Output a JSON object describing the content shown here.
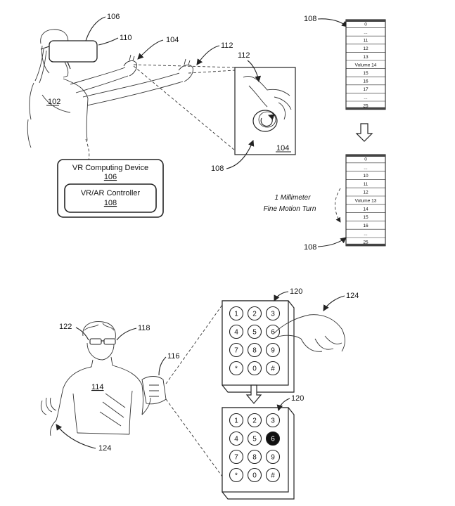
{
  "refs": {
    "r106_headset": "106",
    "r110": "110",
    "r104": "104",
    "r112_top": "112",
    "r112_inset": "112",
    "r102": "102",
    "r104_inset": "104",
    "r108_inset": "108",
    "r108_list_top": "108",
    "r108_list_bottom": "108",
    "r120_top": "120",
    "r124_top": "124",
    "r120_bottom": "120",
    "r122": "122",
    "r118": "118",
    "r116": "116",
    "r114": "114",
    "r124_bottom": "124"
  },
  "device_box": {
    "computing_label": "VR Computing Device",
    "computing_ref": "106",
    "controller_label": "VR/AR Controller",
    "controller_ref": "108"
  },
  "fine_motion": {
    "line1": "1 Millimeter",
    "line2": "Fine Motion Turn"
  },
  "volume_list_top": [
    "0",
    "...",
    "11",
    "12",
    "13",
    "Volume 14",
    "15",
    "16",
    "17",
    "...",
    "25"
  ],
  "volume_list_bottom": [
    "0",
    "...",
    "10",
    "11",
    "12",
    "Volume 13",
    "14",
    "15",
    "16",
    "...",
    "25"
  ],
  "keypad": {
    "keys": [
      "1",
      "2",
      "3",
      "4",
      "5",
      "6",
      "7",
      "8",
      "9",
      "*",
      "0",
      "#"
    ],
    "highlight_bottom_index": 5
  }
}
